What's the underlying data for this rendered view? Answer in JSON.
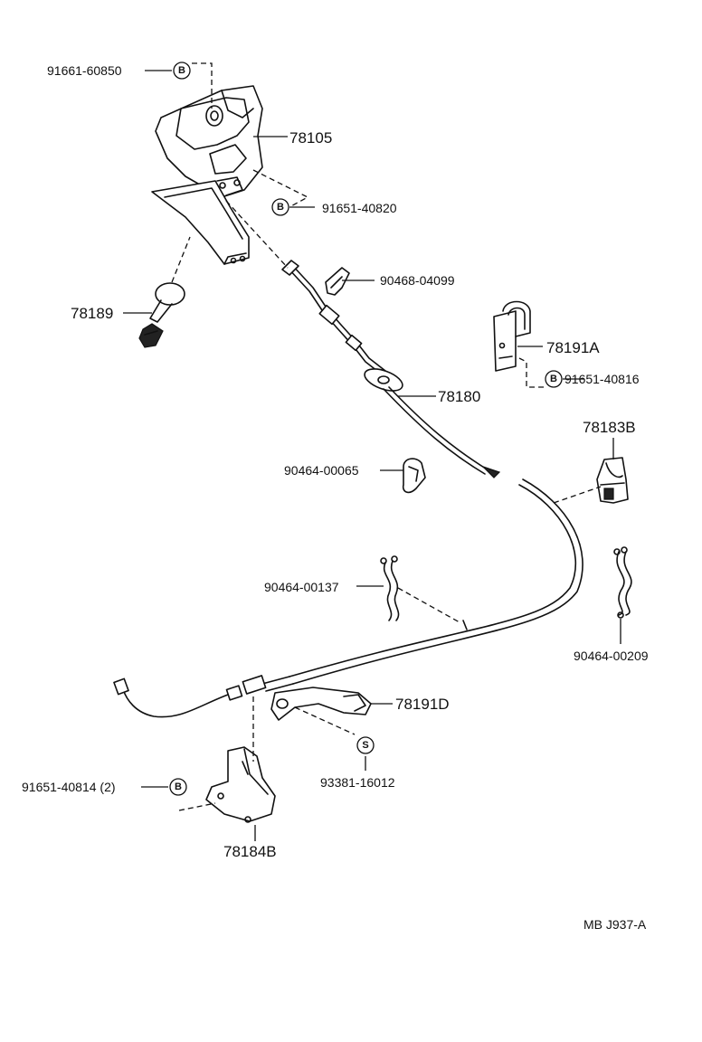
{
  "parts": {
    "p91661_60850": "91661-60850",
    "p78105": "78105",
    "p91651_40820": "91651-40820",
    "p90468_04099": "90468-04099",
    "p78189": "78189",
    "p78191A": "78191A",
    "p91651_40816": "91651-40816",
    "p78180": "78180",
    "p78183B": "78183B",
    "p90464_00065": "90464-00065",
    "p90464_00137": "90464-00137",
    "p90464_00209": "90464-00209",
    "p78191D": "78191D",
    "p93381_16012": "93381-16012",
    "p91651_40814": "91651-40814 (2)",
    "p78184B": "78184B"
  },
  "symbols": {
    "bolt": "B",
    "screw": "S"
  },
  "footer": {
    "code": "MB J937-A"
  }
}
